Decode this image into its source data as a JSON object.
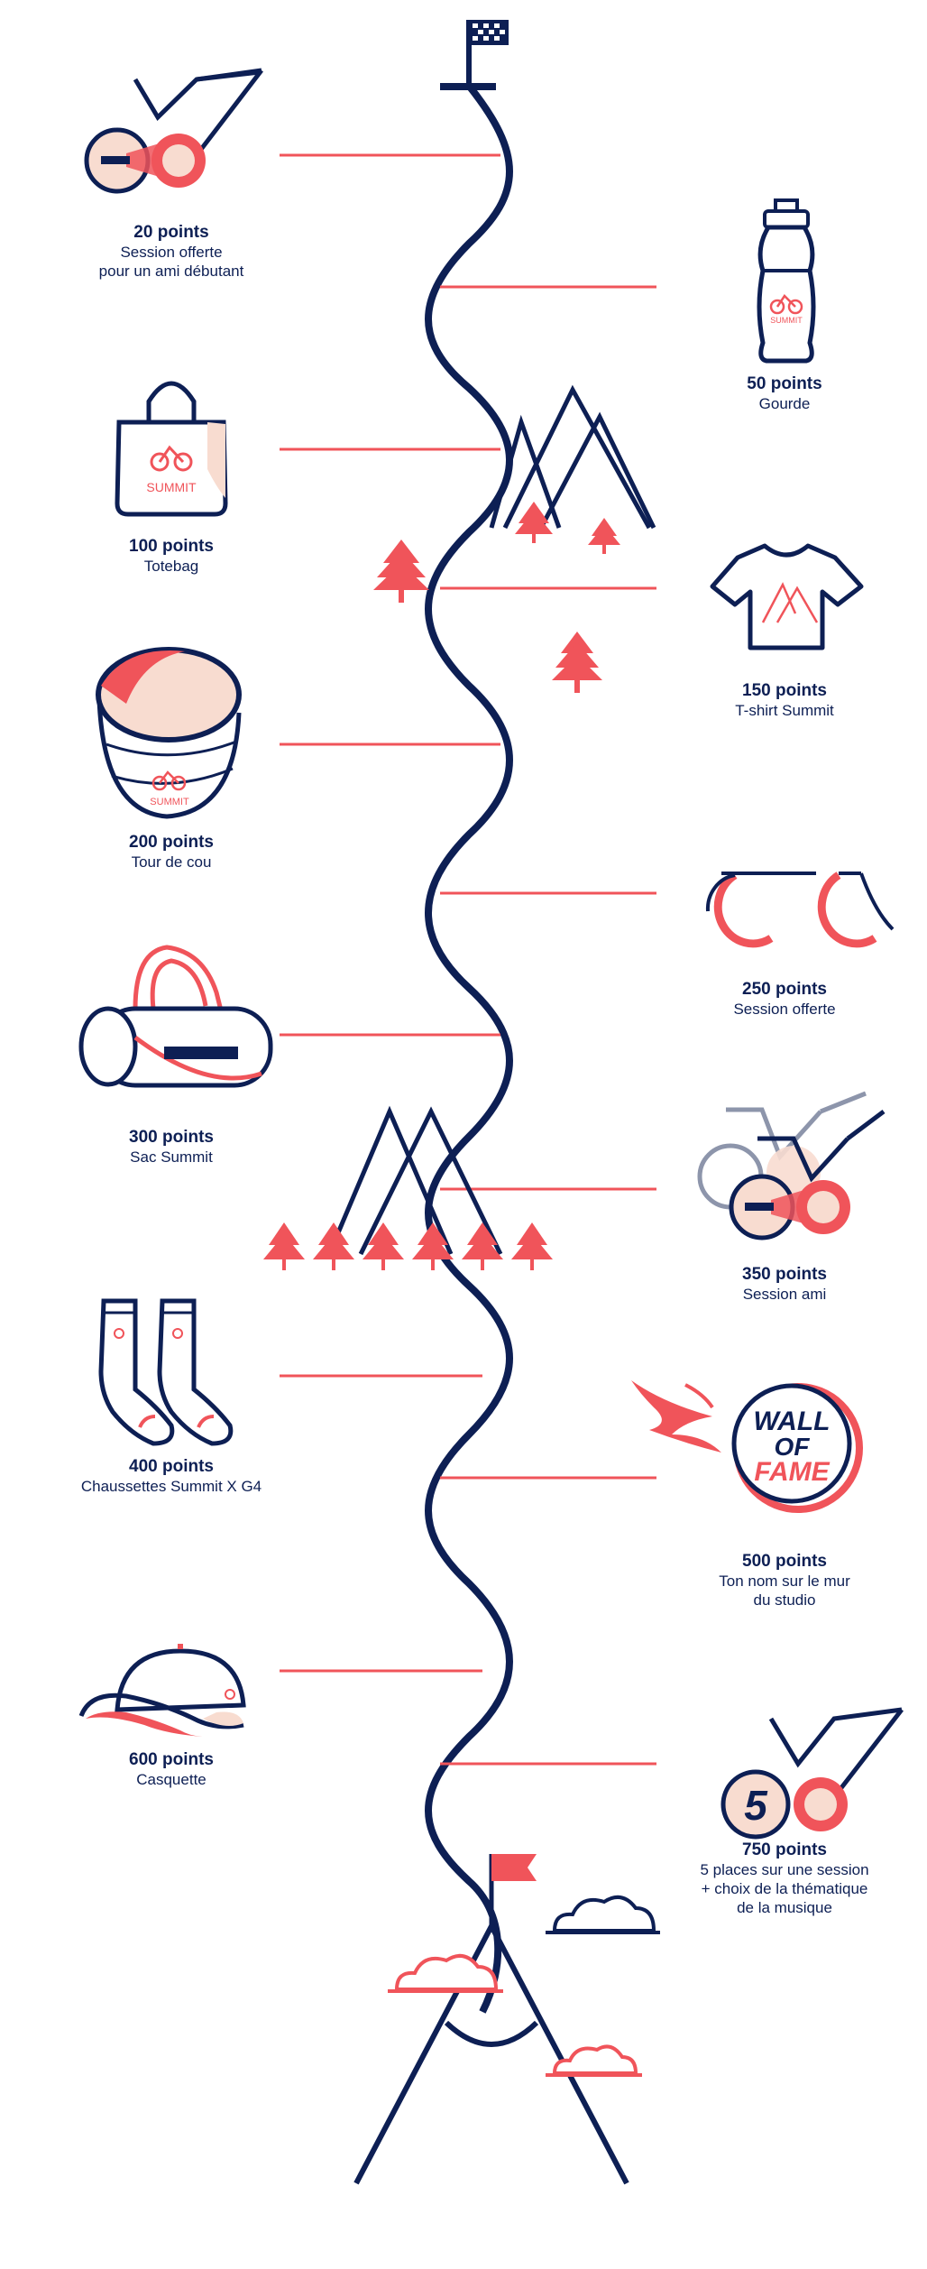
{
  "colors": {
    "navy": "#0d1f54",
    "coral": "#f0545a",
    "peach": "#f8dcd0",
    "grey": "#8d95ab"
  },
  "rewards": [
    {
      "id": "r20",
      "points": "20 points",
      "desc": "Session offerte\npour un ami débutant",
      "icon": "bike-wheel-icon"
    },
    {
      "id": "r50",
      "points": "50 points",
      "desc": "Gourde",
      "icon": "water-bottle-icon"
    },
    {
      "id": "r100",
      "points": "100 points",
      "desc": "Totebag",
      "icon": "tote-bag-icon"
    },
    {
      "id": "r150",
      "points": "150 points",
      "desc": "T-shirt Summit",
      "icon": "tshirt-icon"
    },
    {
      "id": "r200",
      "points": "200 points",
      "desc": "Tour de cou",
      "icon": "neck-warmer-icon"
    },
    {
      "id": "r250",
      "points": "250 points",
      "desc": "Session offerte",
      "icon": "bike-wheels-icon"
    },
    {
      "id": "r300",
      "points": "300 points",
      "desc": "Sac Summit",
      "icon": "duffel-bag-icon"
    },
    {
      "id": "r350",
      "points": "350 points",
      "desc": "Session ami",
      "icon": "two-bikes-icon"
    },
    {
      "id": "r400",
      "points": "400 points",
      "desc": "Chaussettes Summit X G4",
      "icon": "socks-icon"
    },
    {
      "id": "r500",
      "points": "500 points",
      "desc": "Ton nom sur le mur\ndu studio",
      "icon": "wall-of-fame-icon"
    },
    {
      "id": "r600",
      "points": "600 points",
      "desc": "Casquette",
      "icon": "cap-icon"
    },
    {
      "id": "r750",
      "points": "750 points",
      "desc": "5 places sur une session\n+ choix de la thématique\nde la musique",
      "icon": "five-places-icon"
    }
  ],
  "badges": {
    "summit": "SUMMIT",
    "wall_line1": "WALL",
    "wall_line2": "OF",
    "wall_line3": "FAME",
    "five": "5"
  }
}
